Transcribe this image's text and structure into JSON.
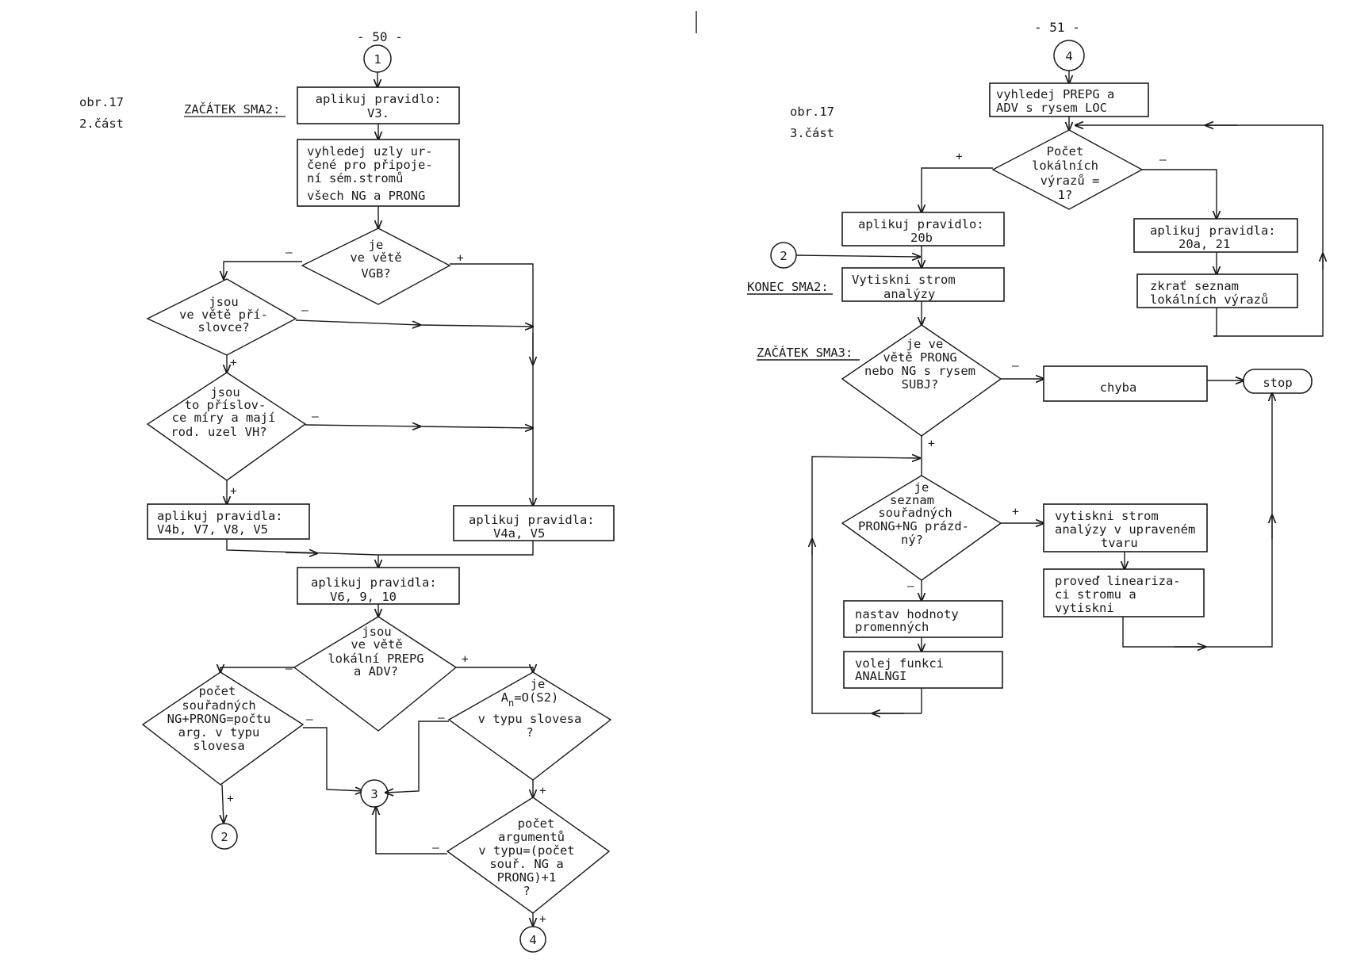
{
  "page_left": {
    "page_number": "- 50 -",
    "figure_label": "obr.17",
    "figure_part": "2.část",
    "start_label": "ZAČÁTEK SMA2:",
    "connector_top": "1",
    "box_v3": [
      "aplikuj pravidlo:",
      "V3."
    ],
    "box_search": [
      "vyhledej uzly ur-",
      "čené pro připoje-",
      "ní sém.stromů",
      "všech NG a PRONG"
    ],
    "d_vgb": [
      "je",
      "ve větě",
      "VGB?"
    ],
    "d_vgb_yes": "+",
    "d_vgb_no": "–",
    "d_adverbs": [
      "jsou",
      "ve větě pří-",
      "slovce?"
    ],
    "d_adverbs_no": "–",
    "d_adverbs_yes": "+",
    "d_measure": [
      "jsou",
      "to příslov-",
      "ce míry a mají",
      "rod. uzel VH?"
    ],
    "d_measure_no": "–",
    "d_measure_yes": "+",
    "box_v4b": [
      "aplikuj pravidla:",
      "V4b, V7, V8, V5"
    ],
    "box_v4a": [
      "aplikuj pravidla:",
      "V4a, V5"
    ],
    "box_v6": [
      "aplikuj pravidla:",
      "V6, 9, 10"
    ],
    "d_local": [
      "jsou",
      "ve větě",
      "lokální PREPG",
      "a ADV?"
    ],
    "d_local_no": "–",
    "d_local_yes": "+",
    "d_count": [
      "počet",
      "souřadných",
      "NG+PRONG=počtu",
      "arg. v typu",
      "slovesa"
    ],
    "d_count_no": "–",
    "d_count_yes": "+",
    "d_an_line1": "je",
    "d_an_base": "A",
    "d_an_sub": "n",
    "d_an_rest": "=O(S2)",
    "d_an_lines": [
      "v typu slovesa",
      "?"
    ],
    "d_an_no": "–",
    "d_an_yes": "+",
    "d_args": [
      "počet",
      "argumentů",
      "v typu=(počet",
      "souř. NG a",
      "PRONG)+1",
      "?"
    ],
    "d_args_no": "–",
    "d_args_yes": "+",
    "connector_2": "2",
    "connector_3": "3",
    "connector_4": "4"
  },
  "page_right": {
    "page_number": "- 51 -",
    "figure_label": "obr.17",
    "figure_part": "3.část",
    "connector_top": "4",
    "box_search": [
      "vyhledej PREPG a",
      "ADV s rysem LOC"
    ],
    "d_count": [
      "Počet",
      "lokálních",
      "výrazů =",
      "1?"
    ],
    "d_count_yes": "+",
    "d_count_no": "–",
    "box_20b": [
      "aplikuj pravidlo:",
      "20b"
    ],
    "box_20a": [
      "aplikuj pravidla:",
      "20a, 21"
    ],
    "box_shorten": [
      "zkrať seznam",
      "lokálních výrazů"
    ],
    "connector_in": "2",
    "end_label": "KONEC SMA2:",
    "box_print": [
      "Vytiskni strom",
      "analýzy"
    ],
    "start_label": "ZAČÁTEK SMA3:",
    "d_subj": [
      "je ve",
      "větě PRONG",
      "nebo NG s rysem",
      "SUBJ?"
    ],
    "d_subj_no": "–",
    "d_subj_yes": "+",
    "box_error": "chyba",
    "terminal_stop": "stop",
    "d_list": [
      "je",
      "seznam",
      "souřadných",
      "PRONG+NG prázd-",
      "ný?"
    ],
    "d_list_yes": "+",
    "d_list_no": "–",
    "box_print_mod": [
      "vytiskni strom",
      "analýzy v upraveném",
      "tvaru"
    ],
    "box_linear": [
      "proveď lineariza-",
      "ci stromu a",
      "vytiskni"
    ],
    "box_set": [
      "nastav hodnoty",
      "promenných"
    ],
    "box_call": [
      "volej funkci",
      "ANALNGI"
    ]
  }
}
